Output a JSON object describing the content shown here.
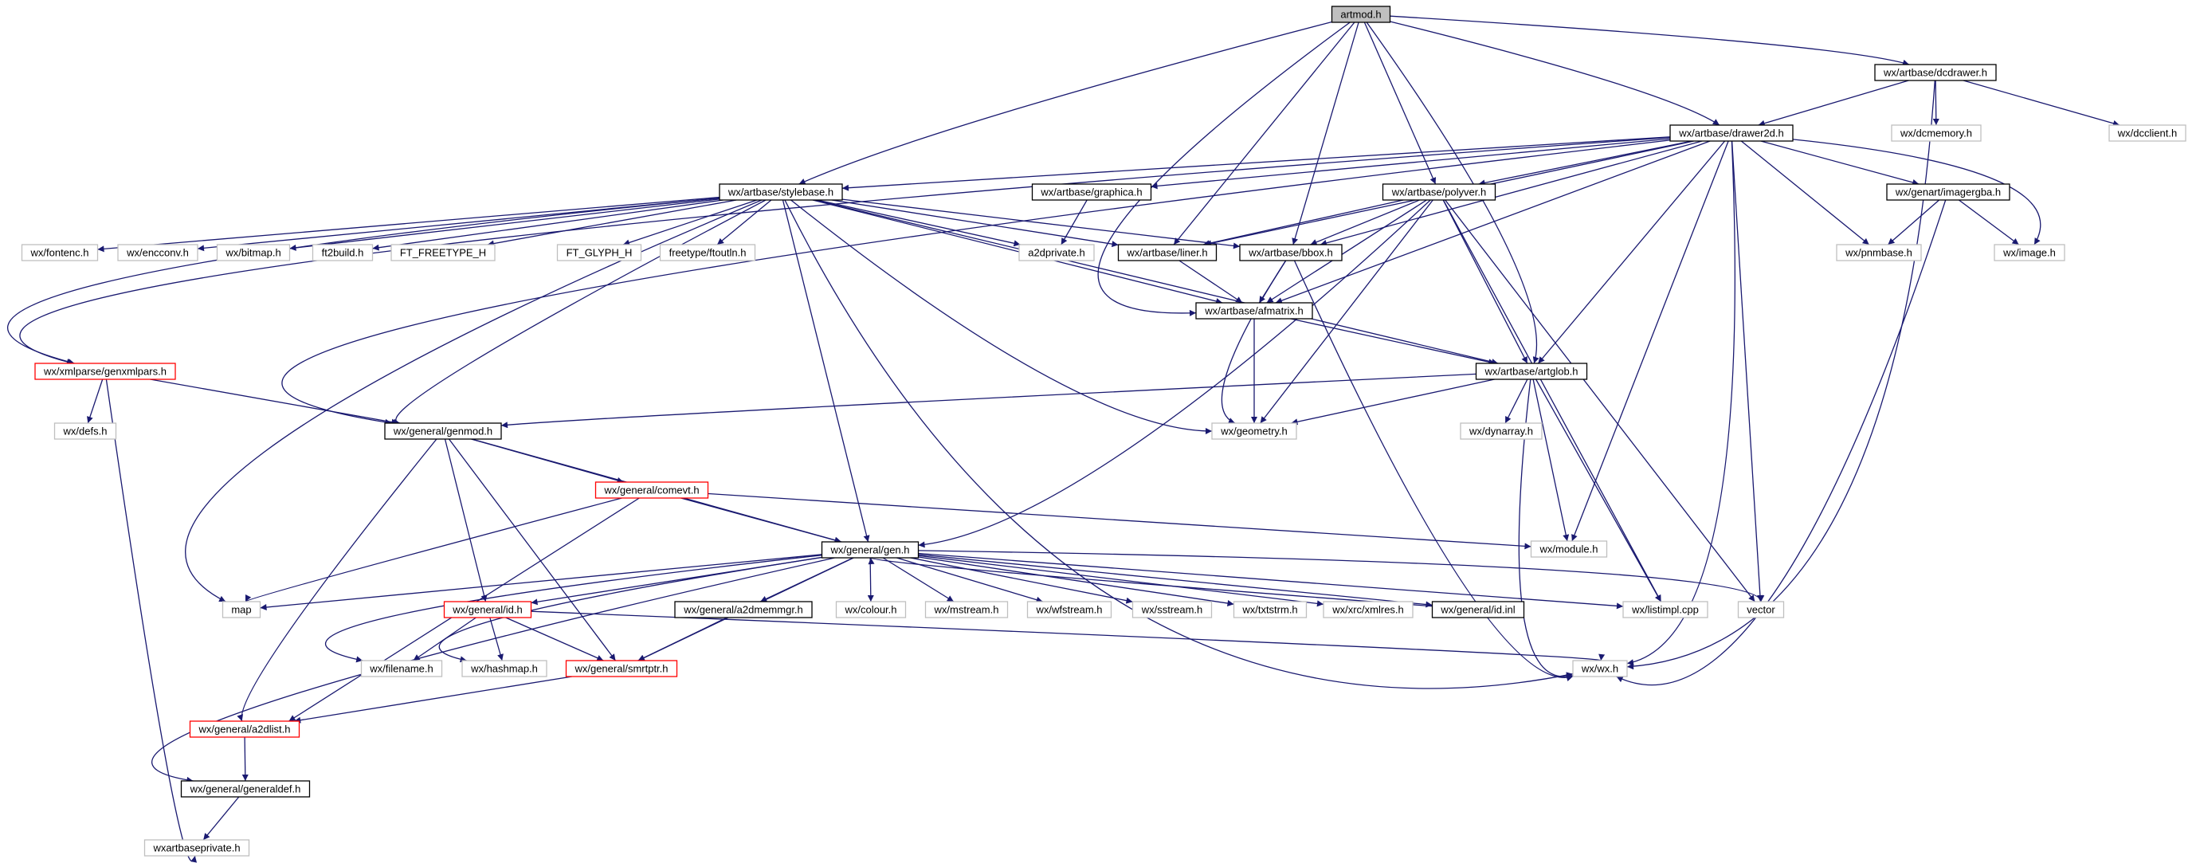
{
  "colors": {
    "edge": "#191970",
    "root_fill": "#bfbfbf",
    "internal_border": "#000000",
    "external_border": "#bfbfbf",
    "truncated_border": "#ff0000",
    "node_fill": "#ffffff",
    "text": "#000000"
  },
  "nodes": [
    {
      "id": "artmod",
      "label": "artmod.h",
      "kind": "root"
    },
    {
      "id": "dcdrawer",
      "label": "wx/artbase/dcdrawer.h",
      "kind": "internal"
    },
    {
      "id": "drawer2d",
      "label": "wx/artbase/drawer2d.h",
      "kind": "internal"
    },
    {
      "id": "dcmemory",
      "label": "wx/dcmemory.h",
      "kind": "external"
    },
    {
      "id": "dcclient",
      "label": "wx/dcclient.h",
      "kind": "external"
    },
    {
      "id": "stylebase",
      "label": "wx/artbase/stylebase.h",
      "kind": "internal"
    },
    {
      "id": "graphica",
      "label": "wx/artbase/graphica.h",
      "kind": "internal"
    },
    {
      "id": "polyver",
      "label": "wx/artbase/polyver.h",
      "kind": "internal"
    },
    {
      "id": "imagergba",
      "label": "wx/genart/imagergba.h",
      "kind": "internal"
    },
    {
      "id": "fontenc",
      "label": "wx/fontenc.h",
      "kind": "external"
    },
    {
      "id": "encconv",
      "label": "wx/encconv.h",
      "kind": "external"
    },
    {
      "id": "bitmap",
      "label": "wx/bitmap.h",
      "kind": "external"
    },
    {
      "id": "ft2build",
      "label": "ft2build.h",
      "kind": "external"
    },
    {
      "id": "ftfreetype",
      "label": "FT_FREETYPE_H",
      "kind": "external"
    },
    {
      "id": "ftglyph",
      "label": "FT_GLYPH_H",
      "kind": "external"
    },
    {
      "id": "ftoutln",
      "label": "freetype/ftoutln.h",
      "kind": "external"
    },
    {
      "id": "a2dprivate",
      "label": "a2dprivate.h",
      "kind": "external"
    },
    {
      "id": "liner",
      "label": "wx/artbase/liner.h",
      "kind": "internal"
    },
    {
      "id": "bbox",
      "label": "wx/artbase/bbox.h",
      "kind": "internal"
    },
    {
      "id": "pnmbase",
      "label": "wx/pnmbase.h",
      "kind": "external"
    },
    {
      "id": "image",
      "label": "wx/image.h",
      "kind": "external"
    },
    {
      "id": "afmatrix",
      "label": "wx/artbase/afmatrix.h",
      "kind": "internal"
    },
    {
      "id": "genxmlpars",
      "label": "wx/xmlparse/genxmlpars.h",
      "kind": "truncated"
    },
    {
      "id": "artglob",
      "label": "wx/artbase/artglob.h",
      "kind": "internal"
    },
    {
      "id": "defs",
      "label": "wx/defs.h",
      "kind": "external"
    },
    {
      "id": "genmod",
      "label": "wx/general/genmod.h",
      "kind": "internal"
    },
    {
      "id": "geometry",
      "label": "wx/geometry.h",
      "kind": "external"
    },
    {
      "id": "dynarray",
      "label": "wx/dynarray.h",
      "kind": "external"
    },
    {
      "id": "comevt",
      "label": "wx/general/comevt.h",
      "kind": "truncated"
    },
    {
      "id": "module",
      "label": "wx/module.h",
      "kind": "external"
    },
    {
      "id": "gen",
      "label": "wx/general/gen.h",
      "kind": "internal"
    },
    {
      "id": "map",
      "label": "map",
      "kind": "external"
    },
    {
      "id": "id",
      "label": "wx/general/id.h",
      "kind": "truncated"
    },
    {
      "id": "a2dmemmgr",
      "label": "wx/general/a2dmemmgr.h",
      "kind": "internal"
    },
    {
      "id": "colour",
      "label": "wx/colour.h",
      "kind": "external"
    },
    {
      "id": "mstream",
      "label": "wx/mstream.h",
      "kind": "external"
    },
    {
      "id": "wfstream",
      "label": "wx/wfstream.h",
      "kind": "external"
    },
    {
      "id": "sstream",
      "label": "wx/sstream.h",
      "kind": "external"
    },
    {
      "id": "txtstrm",
      "label": "wx/txtstrm.h",
      "kind": "external"
    },
    {
      "id": "xmlres",
      "label": "wx/xrc/xmlres.h",
      "kind": "external"
    },
    {
      "id": "idinl",
      "label": "wx/general/id.inl",
      "kind": "internal"
    },
    {
      "id": "listimpl",
      "label": "wx/listimpl.cpp",
      "kind": "external"
    },
    {
      "id": "vector",
      "label": "vector",
      "kind": "external"
    },
    {
      "id": "filename",
      "label": "wx/filename.h",
      "kind": "external"
    },
    {
      "id": "hashmap",
      "label": "wx/hashmap.h",
      "kind": "external"
    },
    {
      "id": "smrtptr",
      "label": "wx/general/smrtptr.h",
      "kind": "truncated"
    },
    {
      "id": "wxh",
      "label": "wx/wx.h",
      "kind": "external"
    },
    {
      "id": "a2dlist",
      "label": "wx/general/a2dlist.h",
      "kind": "truncated"
    },
    {
      "id": "generaldef",
      "label": "wx/general/generaldef.h",
      "kind": "internal"
    },
    {
      "id": "wxartbaseprivate",
      "label": "wxartbaseprivate.h",
      "kind": "external"
    }
  ]
}
